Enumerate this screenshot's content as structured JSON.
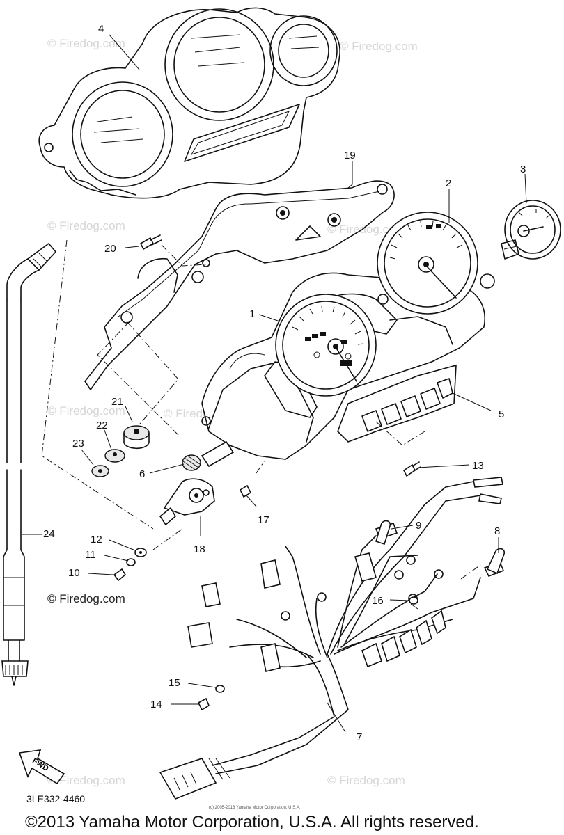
{
  "diagram": {
    "part_code": "3LE332-4460",
    "footer": "©2013 Yamaha Motor Corporation, U.S.A. All rights reserved.",
    "tiny_copyright": "(c) 2005-2016 Yamaha Motor Corporation, U.S.A.",
    "watermarks": [
      "© Firedog.com",
      "© Firedog.com",
      "© Firedog.com",
      "© Firedog.com",
      "© Firedog.com",
      "© Firedog.com",
      "© Firedog.com",
      "© Firedog.com"
    ],
    "watermark_dark": "© Firedog.com",
    "fwd_label": "FWD",
    "callouts": [
      "1",
      "2",
      "3",
      "4",
      "5",
      "6",
      "7",
      "8",
      "9",
      "10",
      "11",
      "12",
      "13",
      "14",
      "15",
      "16",
      "17",
      "18",
      "19",
      "20",
      "21",
      "22",
      "23",
      "24"
    ]
  }
}
